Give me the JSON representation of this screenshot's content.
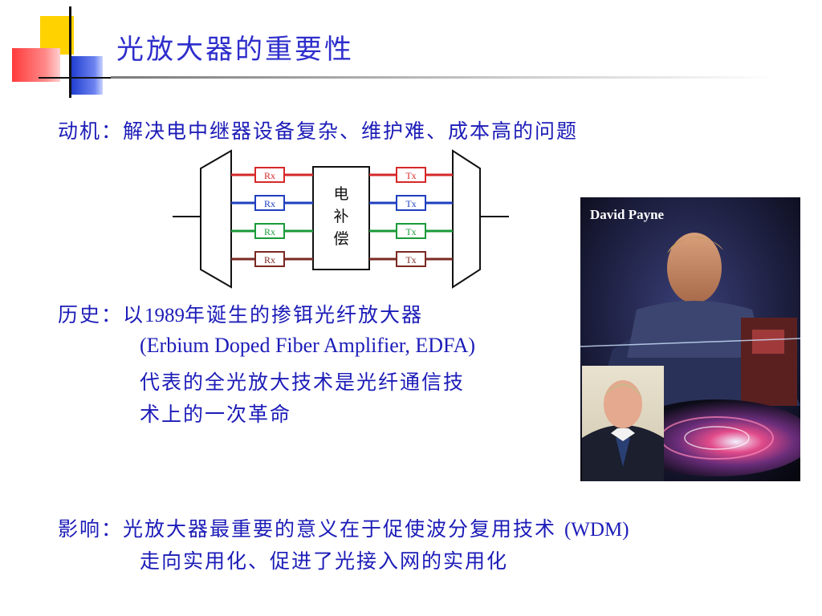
{
  "slide": {
    "title": "光放大器的重要性",
    "motivation": {
      "label": "动机：",
      "text": "解决电中继器设备复杂、维护难、成本高的问题"
    },
    "diagram": {
      "receivers": [
        "Rx",
        "Rx",
        "Rx",
        "Rx"
      ],
      "transmitters": [
        "Tx",
        "Tx",
        "Tx",
        "Tx"
      ],
      "channel_colors": [
        "#d62828",
        "#1f3fbf",
        "#1a9a3a",
        "#7a2a22"
      ],
      "compensation_chars": [
        "电",
        "补",
        "偿"
      ]
    },
    "history": {
      "label": "历史：",
      "line1_pre": "以",
      "line1_year": "1989",
      "line1_post": "年诞生的掺铒光纤放大器",
      "line2": "(Erbium Doped Fiber Amplifier, EDFA)",
      "line3": "代表的全光放大技术是光纤通信技",
      "line4": "术上的一次革命"
    },
    "photo": {
      "caption": "David Payne"
    },
    "impact": {
      "label": "影响：",
      "line1": "光放大器最重要的意义在于促使波分复用技术",
      "line1_tail": "(WDM)",
      "line2": "走向实用化、促进了光接入网的实用化"
    }
  }
}
